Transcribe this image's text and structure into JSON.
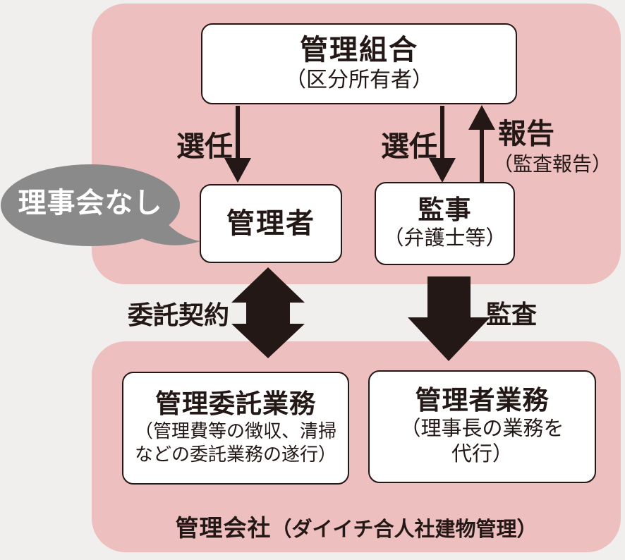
{
  "colors": {
    "panel_pink": "#edbfbf",
    "background_gray": "#f0efed",
    "ink_black": "#231815",
    "bubble_gray": "#8a8a8a",
    "box_white": "#ffffff"
  },
  "top_panel": {
    "kumiai_box": {
      "title": "管理組合",
      "subtitle": "（区分所有者）"
    },
    "kanrisha_box": {
      "title": "管理者"
    },
    "kanji_box": {
      "title": "監事",
      "subtitle": "（弁護士等）"
    },
    "labels": {
      "sennin_left": "選任",
      "sennin_right": "選任",
      "houkoku": "報告",
      "houkoku_sub": "（監査報告）"
    },
    "bubble": {
      "text": "理事会なし"
    }
  },
  "middle": {
    "itaku_keiyaku": "委託契約",
    "kansa": "監査"
  },
  "bottom_panel": {
    "itaku_gyomu_box": {
      "title": "管理委託業務",
      "subtitle_line1": "（管理費等の徴収、清掃",
      "subtitle_line2": "などの委託業務の遂行）"
    },
    "kanrisha_gyomu_box": {
      "title": "管理者業務",
      "subtitle_line1": "（理事長の業務を",
      "subtitle_line2": "代行）"
    },
    "caption": {
      "bold": "管理会社",
      "normal": "（ダイイチ合人社建物管理）"
    }
  }
}
